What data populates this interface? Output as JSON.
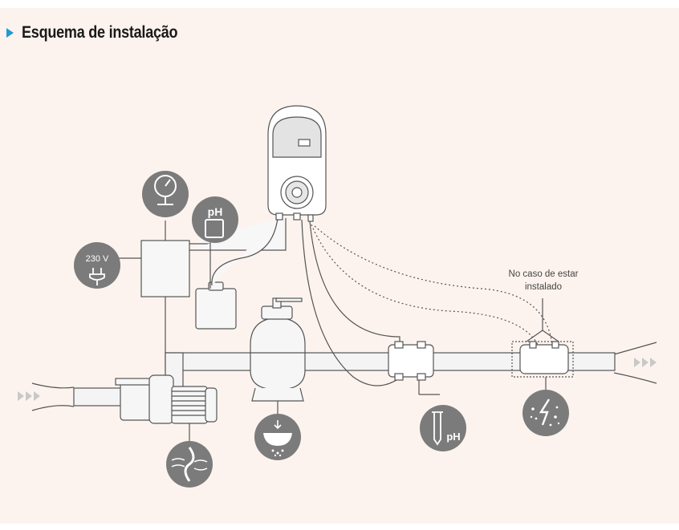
{
  "header": {
    "title": "Esquema de instalação"
  },
  "labels": {
    "voltage": "230 V",
    "ph_tank": "pH",
    "ph_probe": "pH",
    "note_line1": "No caso de estar",
    "note_line2": "instalado"
  },
  "colors": {
    "background": "#fdf3ee",
    "accent": "#1e9ad6",
    "icon_circle": "#7b7b7b",
    "line": "#555555",
    "pipe_fill": "#f4f4f4"
  },
  "icons": [
    "pressure-gauge-icon",
    "ph-canister-icon",
    "plug-icon",
    "propeller-icon",
    "filter-strainer-icon",
    "ph-syringe-icon",
    "electrolysis-icon",
    "flow-arrows-icon"
  ]
}
